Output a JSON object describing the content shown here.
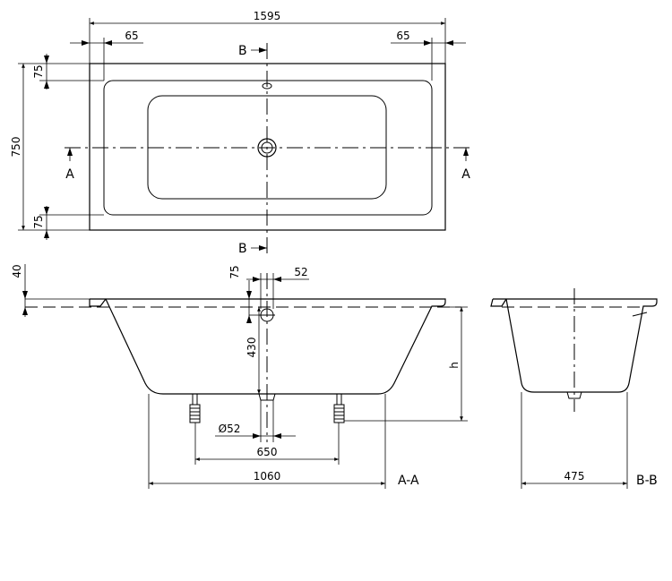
{
  "plan": {
    "total_length": "1595",
    "rim_left": "65",
    "rim_right": "65",
    "total_width": "750",
    "rim_top": "75",
    "rim_bottom": "75",
    "section_a_left": "A",
    "section_a_right": "A",
    "section_b_top": "B",
    "section_b_bottom": "B"
  },
  "section_aa": {
    "rim_height": "40",
    "overflow_offset": "75",
    "overflow_size": "52",
    "depth": "430",
    "height_var": "h",
    "waste_diameter": "Ø52",
    "feet_spacing": "650",
    "base_length": "1060",
    "label": "A-A"
  },
  "section_bb": {
    "base_width": "475",
    "label": "B-B"
  }
}
